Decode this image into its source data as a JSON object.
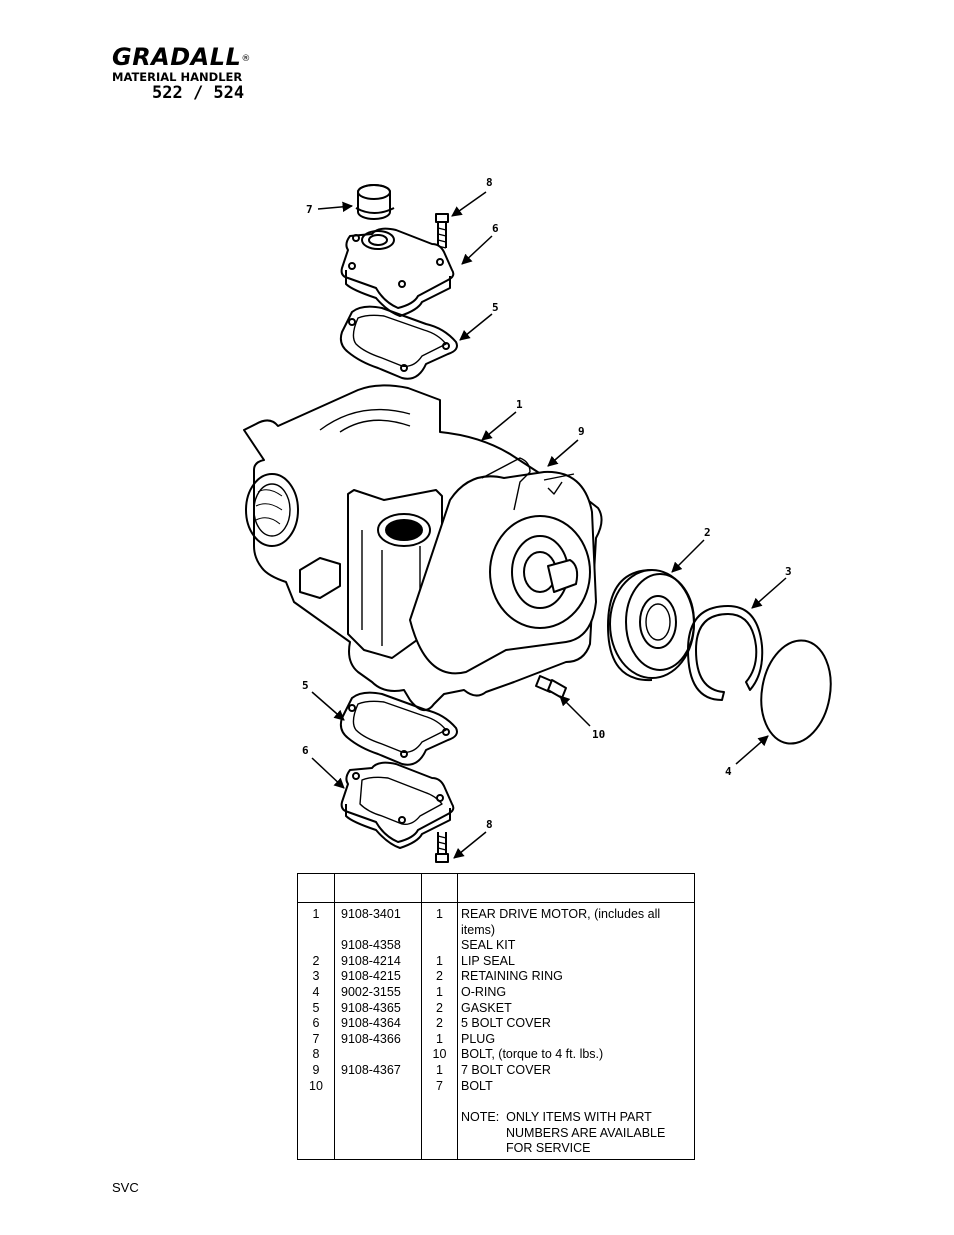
{
  "header": {
    "brand": "GRADALL",
    "registered_mark": "®",
    "subtitle": "MATERIAL HANDLER",
    "model": "522 / 524"
  },
  "diagram": {
    "callouts": [
      "1",
      "2",
      "3",
      "4",
      "5",
      "6",
      "7",
      "8",
      "9",
      "10",
      "5",
      "6",
      "8"
    ]
  },
  "parts_table": {
    "headers": [
      "",
      "",
      "",
      ""
    ],
    "rows": [
      {
        "item": "1",
        "part": "9108-3401",
        "qty": "1",
        "desc": "REAR DRIVE MOTOR, (includes all items)"
      },
      {
        "item": "",
        "part": "9108-4358",
        "qty": "",
        "desc": "SEAL KIT"
      },
      {
        "item": "2",
        "part": "9108-4214",
        "qty": "1",
        "desc": "LIP SEAL"
      },
      {
        "item": "3",
        "part": "9108-4215",
        "qty": "2",
        "desc": "RETAINING RING"
      },
      {
        "item": "4",
        "part": "9002-3155",
        "qty": "1",
        "desc": "O-RING"
      },
      {
        "item": "5",
        "part": "9108-4365",
        "qty": "2",
        "desc": "GASKET"
      },
      {
        "item": "6",
        "part": "9108-4364",
        "qty": "2",
        "desc": "5 BOLT COVER"
      },
      {
        "item": "7",
        "part": "9108-4366",
        "qty": "1",
        "desc": "PLUG"
      },
      {
        "item": "8",
        "part": "",
        "qty": "10",
        "desc": "BOLT, (torque to 4 ft. lbs.)"
      },
      {
        "item": "9",
        "part": "9108-4367",
        "qty": "1",
        "desc": "7 BOLT COVER"
      },
      {
        "item": "10",
        "part": "",
        "qty": "7",
        "desc": "BOLT"
      }
    ],
    "note_label": "NOTE:",
    "note_lines": [
      "ONLY ITEMS WITH PART",
      "NUMBERS ARE AVAILABLE",
      "FOR SERVICE"
    ]
  },
  "footer": {
    "text": "SVC"
  }
}
